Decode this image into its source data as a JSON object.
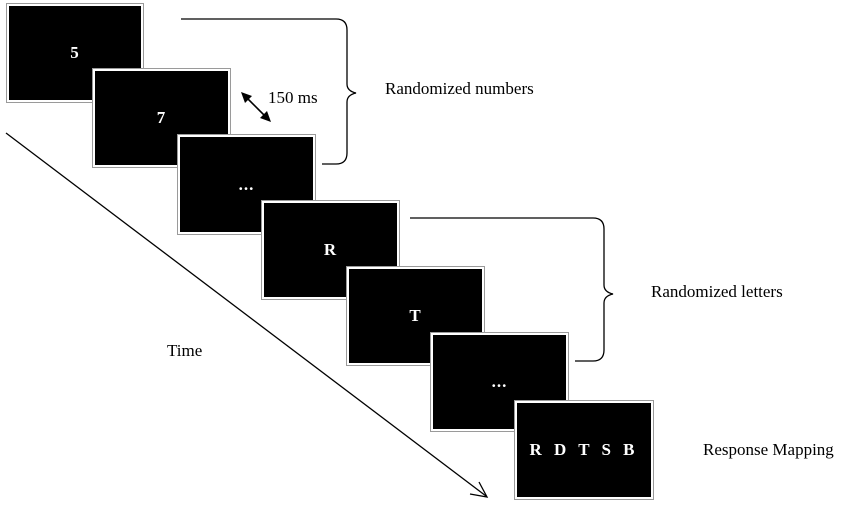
{
  "screens": [
    {
      "stimulus": "5"
    },
    {
      "stimulus": "7"
    },
    {
      "stimulus": "..."
    },
    {
      "stimulus": "R"
    },
    {
      "stimulus": "T"
    },
    {
      "stimulus": "..."
    },
    {
      "stimulus": "R D T S B"
    }
  ],
  "labels": {
    "interval": "150 ms",
    "numbers_group": "Randomized numbers",
    "letters_group": "Randomized letters",
    "response": "Response Mapping",
    "time_axis": "Time"
  },
  "colors": {
    "screen_fill": "#000000",
    "screen_text": "#ffffff",
    "line": "#000000"
  }
}
